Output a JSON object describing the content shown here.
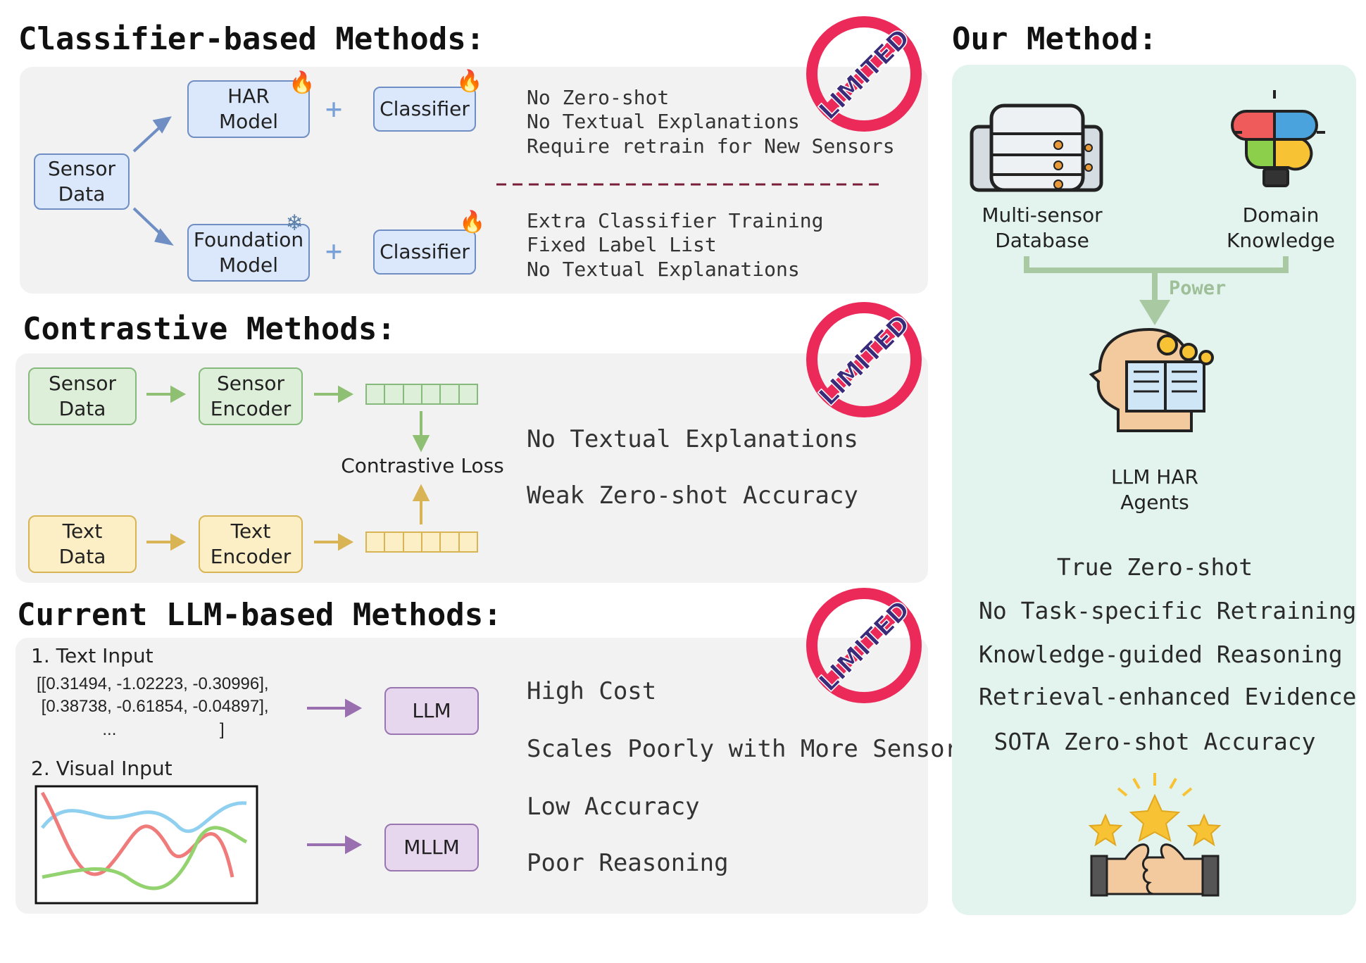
{
  "classifier": {
    "title": "Classifier-based Methods:",
    "sensor_data": "Sensor\nData",
    "har_model": "HAR\nModel",
    "classifier_top": "Classifier",
    "foundation_model": "Foundation\nModel",
    "classifier_bottom": "Classifier",
    "limits_top": [
      "No Zero-shot",
      "No Textual Explanations",
      "Require retrain for New Sensors"
    ],
    "limits_bottom": [
      "Extra Classifier Training",
      "Fixed Label List",
      "No Textual Explanations"
    ],
    "stamp": "LIMITED"
  },
  "contrastive": {
    "title": "Contrastive Methods:",
    "sensor_data": "Sensor\nData",
    "sensor_encoder": "Sensor\nEncoder",
    "text_data": "Text\nData",
    "text_encoder": "Text\nEncoder",
    "loss_label": "Contrastive Loss",
    "limits": [
      "No Textual Explanations",
      "Weak Zero-shot Accuracy"
    ],
    "stamp": "LIMITED"
  },
  "llm": {
    "title": "Current LLM-based Methods:",
    "text_input_label": "1. Text Input",
    "text_input_data": "[[0.31494, -1.02223, -0.30996],\n [0.38738, -0.61854, -0.04897],\n              ...                      ]",
    "visual_input_label": "2. Visual Input",
    "llm_box": "LLM",
    "mllm_box": "MLLM",
    "limits": [
      "High Cost",
      "Scales Poorly with More Sensors",
      "Low Accuracy",
      "Poor Reasoning"
    ],
    "stamp": "LIMITED"
  },
  "ours": {
    "title": "Our Method:",
    "database_label": "Multi-sensor\nDatabase",
    "knowledge_label": "Domain\nKnowledge",
    "power_label": "Power",
    "agents_label": "LLM HAR\nAgents",
    "benefits": [
      "True Zero-shot",
      "No Task-specific Retraining",
      "Knowledge-guided Reasoning",
      "Retrieval-enhanced Evidence",
      "SOTA Zero-shot Accuracy"
    ]
  },
  "colors": {
    "blue_arrow": "#6f8fc4",
    "green_arrow": "#8fbf73",
    "yellow_arrow": "#d9b455",
    "purple_arrow": "#9a6fb0",
    "stamp_red": "#ec2a5a",
    "stamp_text": "#3a2a7a",
    "power_green": "#a9c9a3"
  }
}
